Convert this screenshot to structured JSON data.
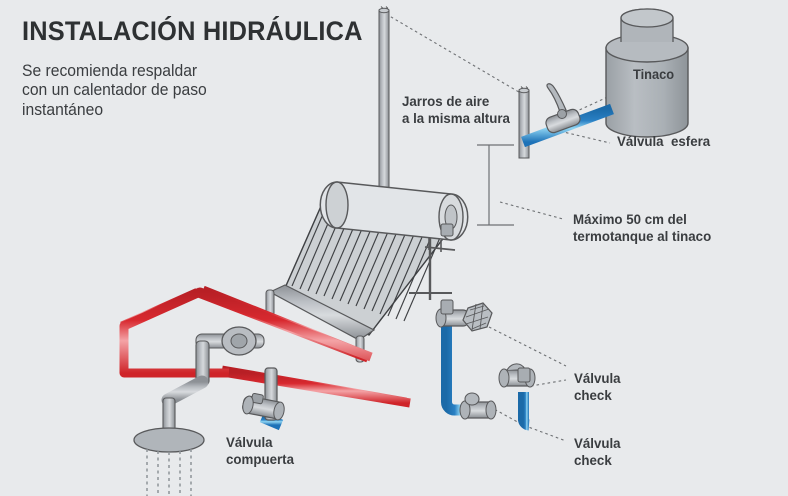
{
  "page": {
    "background_color": "#e8eaec",
    "title": "INSTALACIÓN HIDRÁULICA",
    "subtitle": "Se recomienda respaldar\ncon un calentador de paso\ninstantáneo"
  },
  "colors": {
    "hot_water_pipe": "#d8292f",
    "cold_water_pipe": "#1d72b8",
    "cold_water_highlight": "#7ecbf0",
    "metal_fill": "#a9adb2",
    "metal_stroke": "#58595b",
    "text": "#3a3d40",
    "leader_line": "#6e7174"
  },
  "labels": {
    "jarros": "Jarros de aire\na la misma altura",
    "tinaco": "Tinaco",
    "valvula_esfera": "Válvula  esfera",
    "maximo": "Máximo 50 cm del\ntermotanque al tinaco",
    "valvula_check_1": "Válvula\ncheck",
    "valvula_check_2": "Válvula\ncheck",
    "valvula_compuerta": "Válvula\ncompuerta"
  },
  "components": [
    {
      "name": "solar-collector",
      "label": ""
    },
    {
      "name": "thermotank",
      "label": ""
    },
    {
      "name": "water-tank-tinaco",
      "label": "Tinaco"
    },
    {
      "name": "air-vent-pipe-left",
      "label": ""
    },
    {
      "name": "air-vent-pipe-right",
      "label": ""
    },
    {
      "name": "ball-valve",
      "label": "Válvula  esfera"
    },
    {
      "name": "gate-valve",
      "label": "Válvula compuerta"
    },
    {
      "name": "check-valve-upper",
      "label": "Válvula check"
    },
    {
      "name": "check-valve-lower",
      "label": "Válvula check"
    },
    {
      "name": "handwheel-valve",
      "label": ""
    },
    {
      "name": "shower-head",
      "label": ""
    }
  ]
}
